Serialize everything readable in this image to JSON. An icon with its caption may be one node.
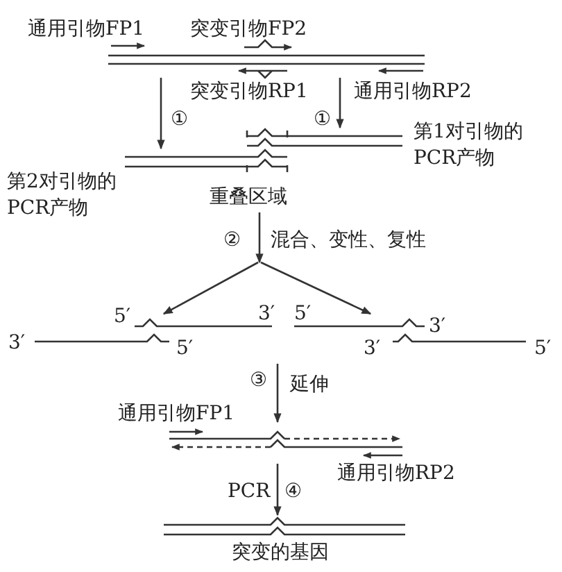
{
  "diagram": {
    "nodes": [
      {
        "text": [],
        "shape": "bar"
      },
      {
        "text": [],
        "shape": "bar",
        "beside": [
          "第1对引物的PCR产物"
        ]
      },
      {
        "text": [],
        "shape": "bar",
        "beside": [
          "第2对引物的PCR产物"
        ]
      },
      {
        "text": [
          "重叠区域"
        ]
      },
      {
        "text": [],
        "shape": "bar"
      },
      {
        "text": [],
        "shape": "bar"
      },
      {
        "text": [],
        "shape": "bar"
      },
      {
        "text": [],
        "shape": "bar",
        "beside": [
          "突变的基因"
        ]
      }
    ],
    "edges": [
      {
        "from": 0,
        "to": 2,
        "arrow": "to"
      },
      {
        "from": 0,
        "to": 1,
        "arrow": "to"
      },
      {
        "from": 3,
        "to": 4,
        "arrow": "to",
        "label": "混合、变性、复性"
      },
      {
        "from": 3,
        "to": 5,
        "arrow": "to"
      },
      {
        "from": null,
        "to": 6,
        "arrow": "to",
        "label": "延伸"
      },
      {
        "from": 6,
        "to": 7,
        "arrow": "to",
        "label": "PCR"
      }
    ],
    "labels": [
      "通用引物FP1",
      "突变引物FP2",
      "突变引物RP1",
      "通用引物RP2",
      "①",
      "①",
      "②",
      "5′",
      "3′",
      "5′",
      "3′",
      "3′",
      "5′",
      "3′",
      "5′",
      "③",
      "通用引物FP1",
      "通用引物RP2",
      "④"
    ]
  }
}
